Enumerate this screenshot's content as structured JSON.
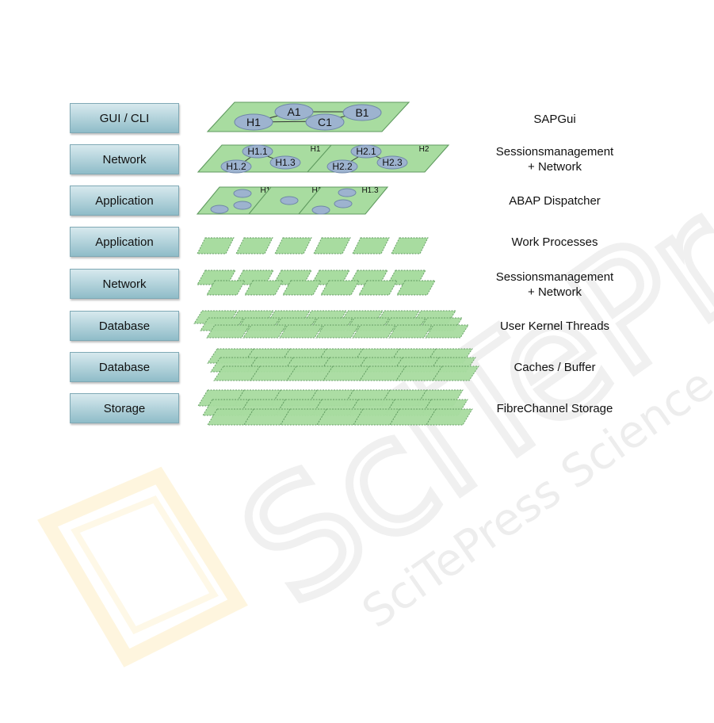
{
  "layers": [
    {
      "left_label": "GUI / CLI",
      "right_lines": [
        "SAPGui"
      ]
    },
    {
      "left_label": "Network",
      "right_lines": [
        "Sessionsmanagement",
        "+ Network"
      ]
    },
    {
      "left_label": "Application",
      "right_lines": [
        "ABAP Dispatcher"
      ]
    },
    {
      "left_label": "Application",
      "right_lines": [
        "Work Processes"
      ]
    },
    {
      "left_label": "Network",
      "right_lines": [
        "Sessionsmanagement",
        "+ Network"
      ]
    },
    {
      "left_label": "Database",
      "right_lines": [
        "User Kernel Threads"
      ]
    },
    {
      "left_label": "Database",
      "right_lines": [
        "Caches / Buffer"
      ]
    },
    {
      "left_label": "Storage",
      "right_lines": [
        "FibreChannel Storage"
      ]
    }
  ],
  "gui_nodes": [
    "H1",
    "A1",
    "C1",
    "B1"
  ],
  "network_groups": [
    {
      "name": "H1",
      "nodes": [
        "H1.1",
        "H1.2",
        "H1.3"
      ]
    },
    {
      "name": "H2",
      "nodes": [
        "H2.1",
        "H2.2",
        "H2.3"
      ]
    }
  ],
  "dispatcher_planes": [
    "H1.1",
    "H1.2",
    "H1.3"
  ],
  "watermark": "SciTePress Science and Technology Publications",
  "colors": {
    "plane_fill": "#a8dca0",
    "plane_stroke": "#5f9a5f",
    "node_fill": "#9db3cf",
    "node_stroke": "#6f87a8",
    "button_top": "#d7e9ee",
    "button_bottom": "#8fbcc8"
  }
}
